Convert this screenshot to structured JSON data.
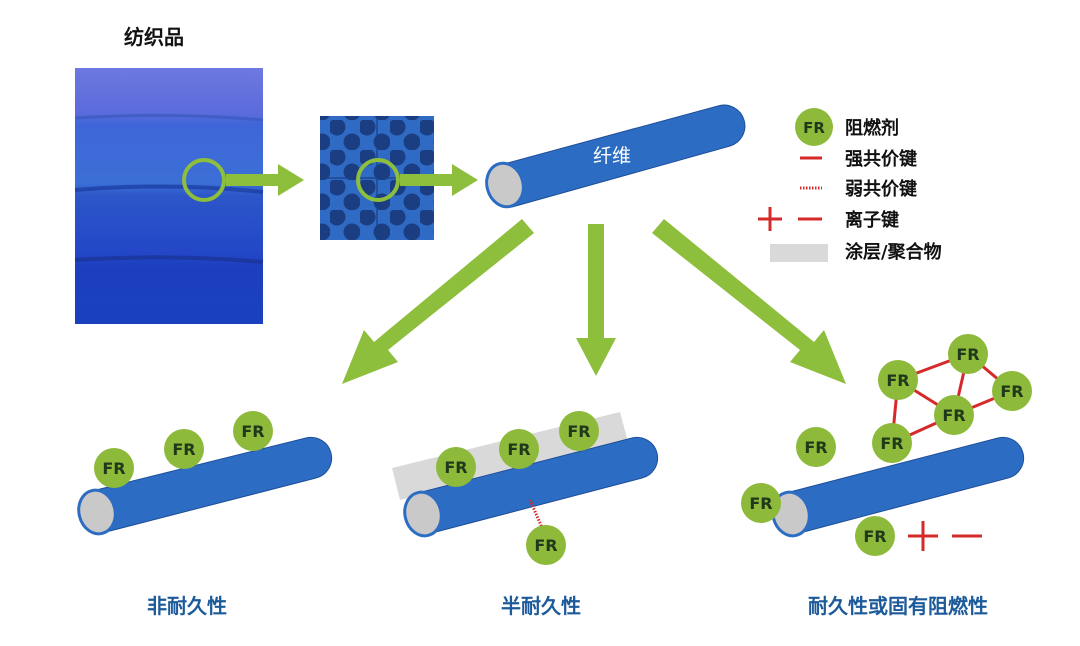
{
  "textile_title": "纺织品",
  "fiber_label": "纤维",
  "fr_badge": "FR",
  "legend": {
    "flame_retardant": "阻燃剂",
    "strong_covalent": "强共价键",
    "weak_covalent": "弱共价键",
    "ionic": "离子键",
    "coating": "涂层/聚合物"
  },
  "panels": {
    "non_durable": "非耐久性",
    "semi_durable": "半耐久性",
    "durable": "耐久性或固有阻燃性"
  },
  "colors": {
    "fr_green": "#8DBA3A",
    "arrow_green": "#8DBE3C",
    "fiber_blue": "#2C6DC3",
    "fiber_edge": "#1E4E9A",
    "fiber_end": "#C9C9C9",
    "bond_red": "#D42A2A",
    "coating_gray": "#D9D9D9",
    "caption_blue": "#1C5A9A",
    "fr_text": "#1f3a1a"
  }
}
